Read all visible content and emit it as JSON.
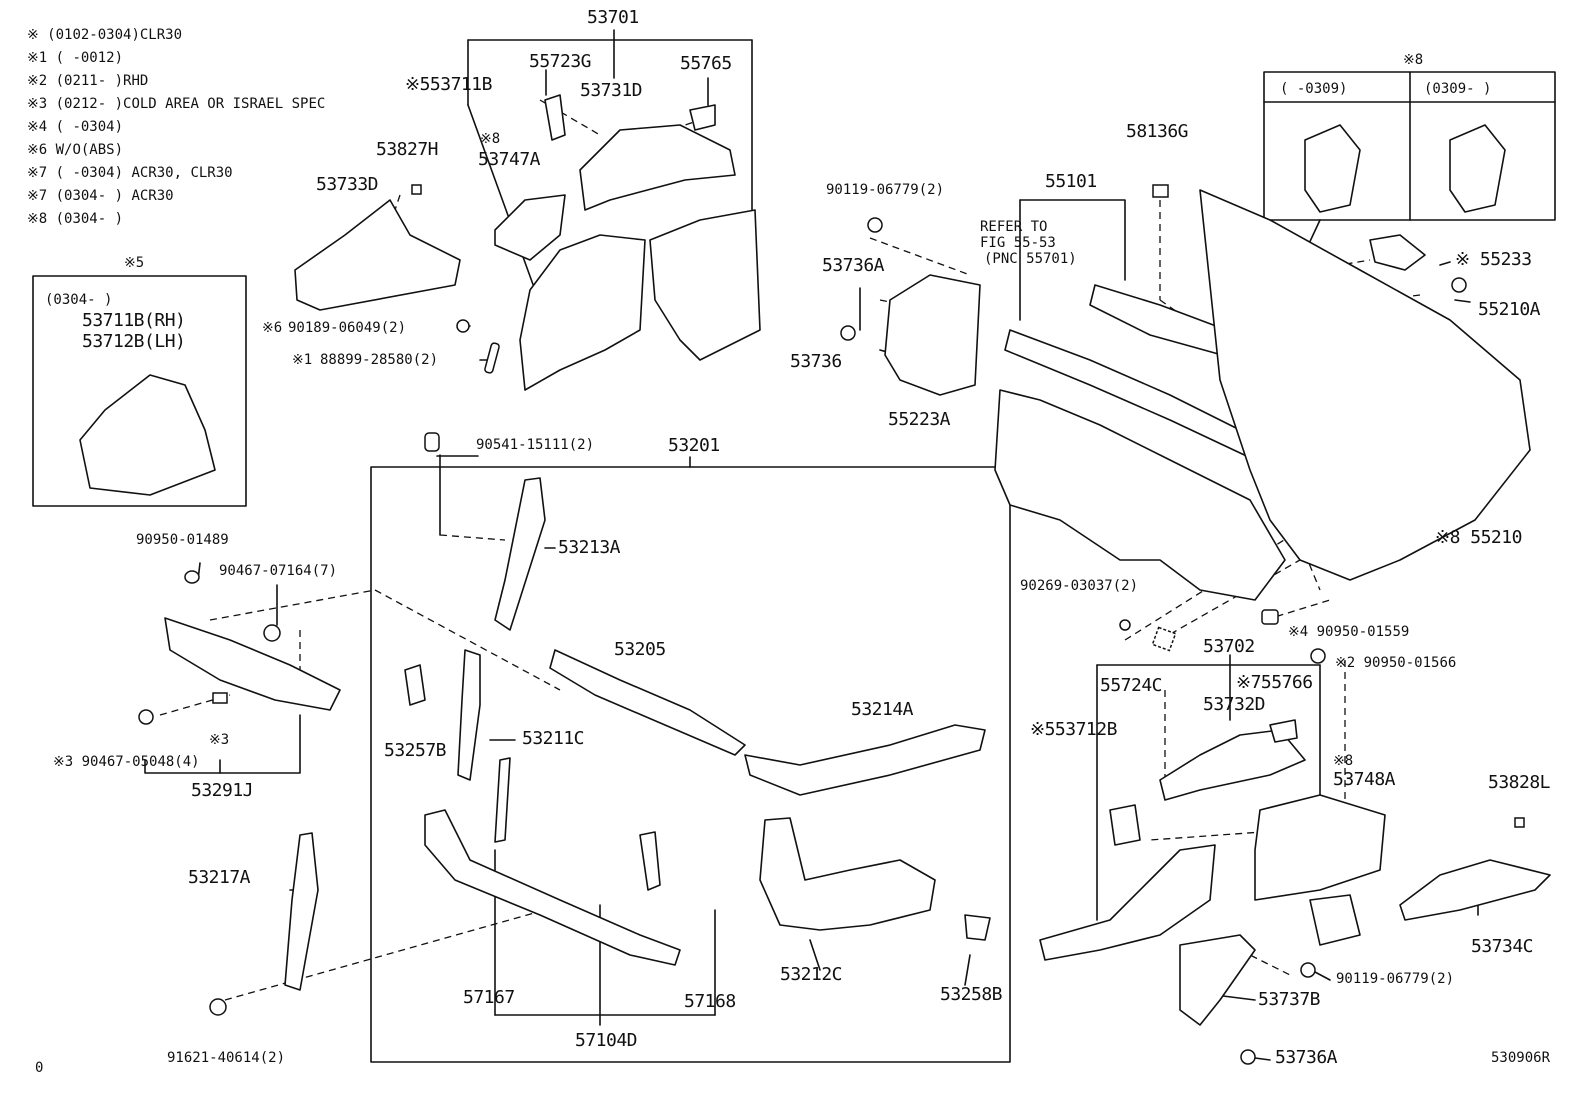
{
  "notes": [
    "※  (0102-0304)CLR30",
    "※1 (     -0012)",
    "※2 (0211-     )RHD",
    "※3 (0212-     )COLD AREA OR ISRAEL SPEC",
    "※4 (     -0304)",
    "※6 W/O(ABS)",
    "※7 (     -0304) ACR30, CLR30",
    "※7 (0304-     ) ACR30",
    "※8 (0304-     )"
  ],
  "inset5": {
    "mark": "※5",
    "range": "(0304-     )",
    "line1": "53711B(RH)",
    "line2": "53712B(LH)"
  },
  "inset8": {
    "mark": "※8",
    "left": "(     -0309)",
    "right": "(0309-     )"
  },
  "refer": {
    "l1": "REFER TO",
    "l2": "FIG 55-53",
    "l3": "(PNC 55701)"
  },
  "labels": {
    "p53701": "53701",
    "p55723G": "55723G",
    "p55765": "55765",
    "p53711B": "※553711B",
    "p53731D": "53731D",
    "p53827H": "53827H",
    "p53747A": "53747A",
    "m8a": "※8",
    "p53733D": "53733D",
    "p90189": "90189-06049(2)",
    "m6": "※6",
    "p88899": "88899-28580(2)",
    "m1": "※1",
    "p90119a": "90119-06779(2)",
    "p53736A_a": "53736A",
    "p53736": "53736",
    "p55101": "55101",
    "p58136G": "58136G",
    "p55233": "※ 55233",
    "p55210A": "55210A",
    "p55223A": "55223A",
    "p55210": "※8 55210",
    "p90541": "90541-15111(2)",
    "p53201": "53201",
    "p53213A": "53213A",
    "p90950a": "90950-01489",
    "p90467a": "90467-07164(7)",
    "p53205": "53205",
    "p53214A": "53214A",
    "p53257B": "53257B",
    "p53211C": "53211C",
    "m3a": "※3",
    "p90467b": "※3 90467-05048(4)",
    "p53291J": "53291J",
    "p90269": "90269-03037(2)",
    "p90950b": "※4  90950-01559",
    "p53702": "53702",
    "p90950c": "※2  90950-01566",
    "p55724C": "55724C",
    "p55766": "※755766",
    "p53732D": "53732D",
    "p53712B": "※553712B",
    "m8b": "※8",
    "p53748A": "53748A",
    "p53828L": "53828L",
    "p53217A": "53217A",
    "p53212C": "53212C",
    "p53734C": "53734C",
    "p90119b": "90119-06779(2)",
    "p53737B": "53737B",
    "p57167": "57167",
    "p57168": "57168",
    "p53258B": "53258B",
    "p57104D": "57104D",
    "p91621": "91621-40614(2)",
    "p53736A_b": "53736A",
    "zero": "0",
    "code": "530906R"
  }
}
